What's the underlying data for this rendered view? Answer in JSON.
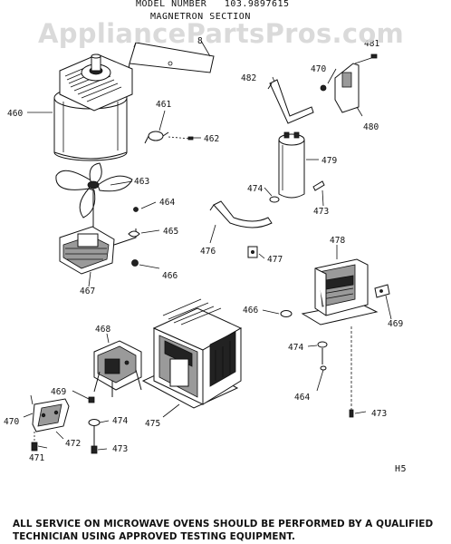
{
  "header": {
    "model_label": "MODEL NUMBER",
    "model_number": "103.9897615",
    "section_title": "MAGNETRON SECTION"
  },
  "watermark": "AppliancePartsPros.com",
  "corner_code": "H5",
  "part_labels": {
    "p481": "481",
    "p470a": "470",
    "p482": "482",
    "p480": "480",
    "p460": "460",
    "p461": "461",
    "p462": "462",
    "p479": "479",
    "p463": "463",
    "p474a": "474",
    "p473a": "473",
    "p464a": "464",
    "p465": "465",
    "p476": "476",
    "p477": "477",
    "p466a": "466",
    "p478": "478",
    "p467": "467",
    "p466b": "466",
    "p469a": "469",
    "p468": "468",
    "p474b": "474",
    "p464b": "464",
    "p473b": "473",
    "p469b": "469",
    "p470b": "470",
    "p474c": "474",
    "p475": "475",
    "p472": "472",
    "p471": "471",
    "p473c": "473",
    "p8": "8"
  },
  "footer": {
    "line1": "ALL SERVICE ON MICROWAVE OVENS SHOULD BE PERFORMED BY A QUALIFIED",
    "line2": "TECHNICIAN USING APPROVED TESTING EQUIPMENT."
  }
}
